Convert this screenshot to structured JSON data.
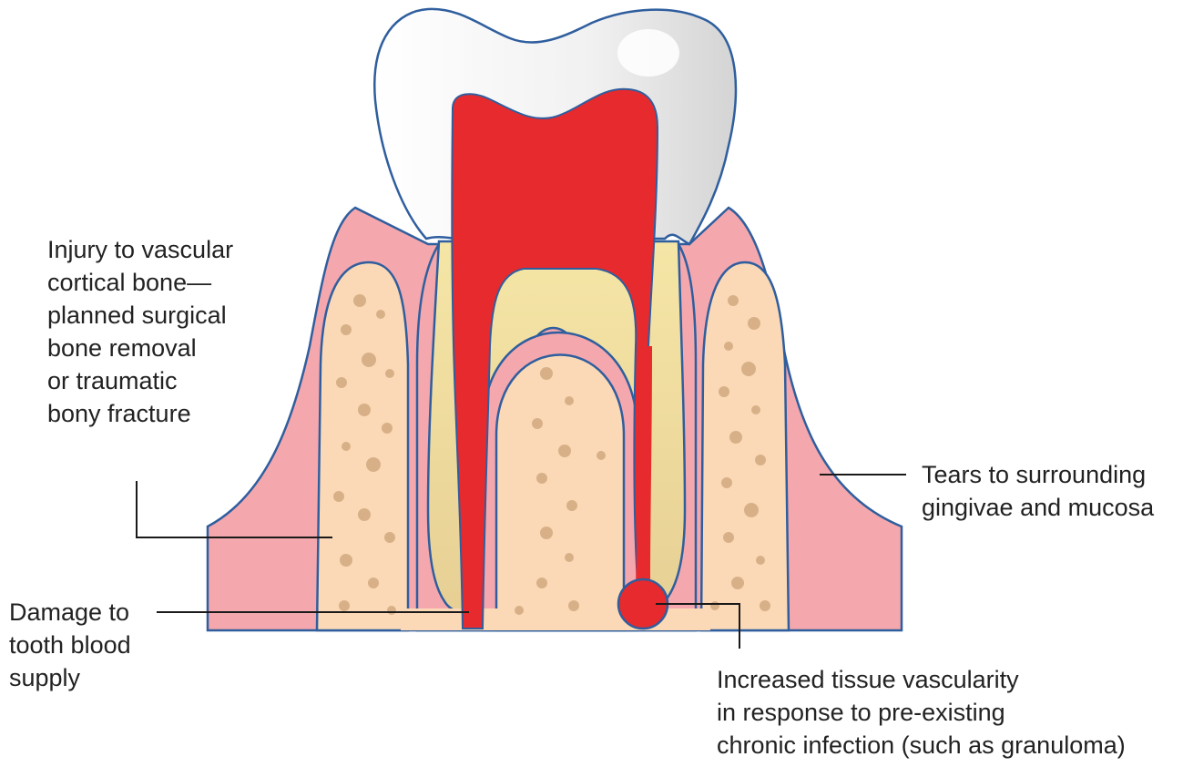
{
  "labels": {
    "bone_injury": [
      "Injury to vascular",
      "cortical bone—",
      "planned surgical",
      "bone removal",
      "or traumatic",
      "bony fracture"
    ],
    "blood_supply": [
      "Damage to",
      "tooth blood",
      "supply"
    ],
    "gingivae": [
      "Tears to surrounding",
      "gingivae and mucosa"
    ],
    "vascularity": [
      "Increased tissue vascularity",
      "in response to pre-existing",
      "chronic infection (such as granuloma)"
    ]
  },
  "colors": {
    "gum": "#f4a8ad",
    "bone": "#fbd9b6",
    "bone_speckle": "#d8b088",
    "dentine": "#efdc9c",
    "pulp": "#e62a2d",
    "enamel": "#ececec",
    "outline": "#2f5e9e"
  }
}
